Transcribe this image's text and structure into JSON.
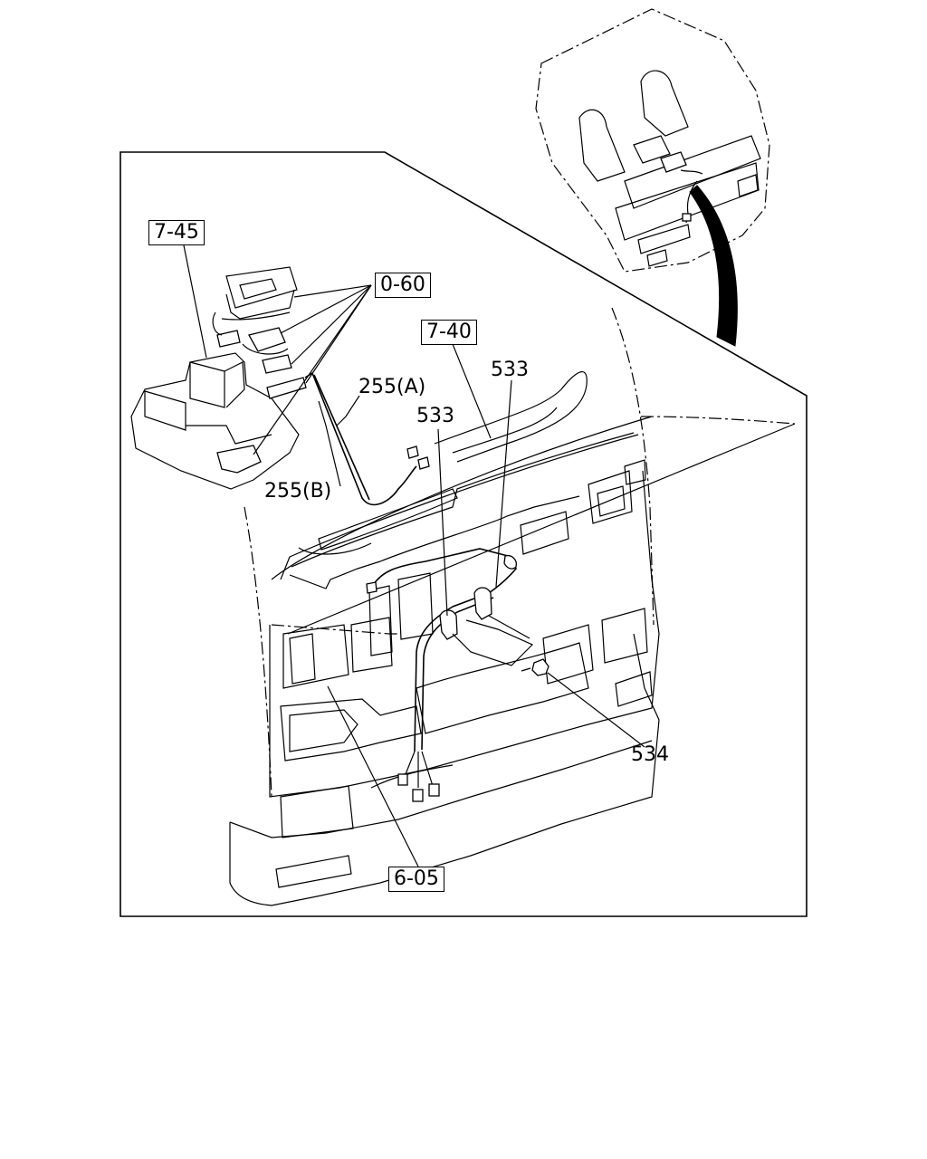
{
  "callouts": {
    "ref_7_45": "7-45",
    "ref_0_60": "0-60",
    "ref_7_40": "7-40",
    "ref_6_05": "6-05",
    "part_255a": "255(A)",
    "part_255b": "255(B)",
    "part_533_upper": "533",
    "part_533_lower": "533",
    "part_534": "534"
  }
}
